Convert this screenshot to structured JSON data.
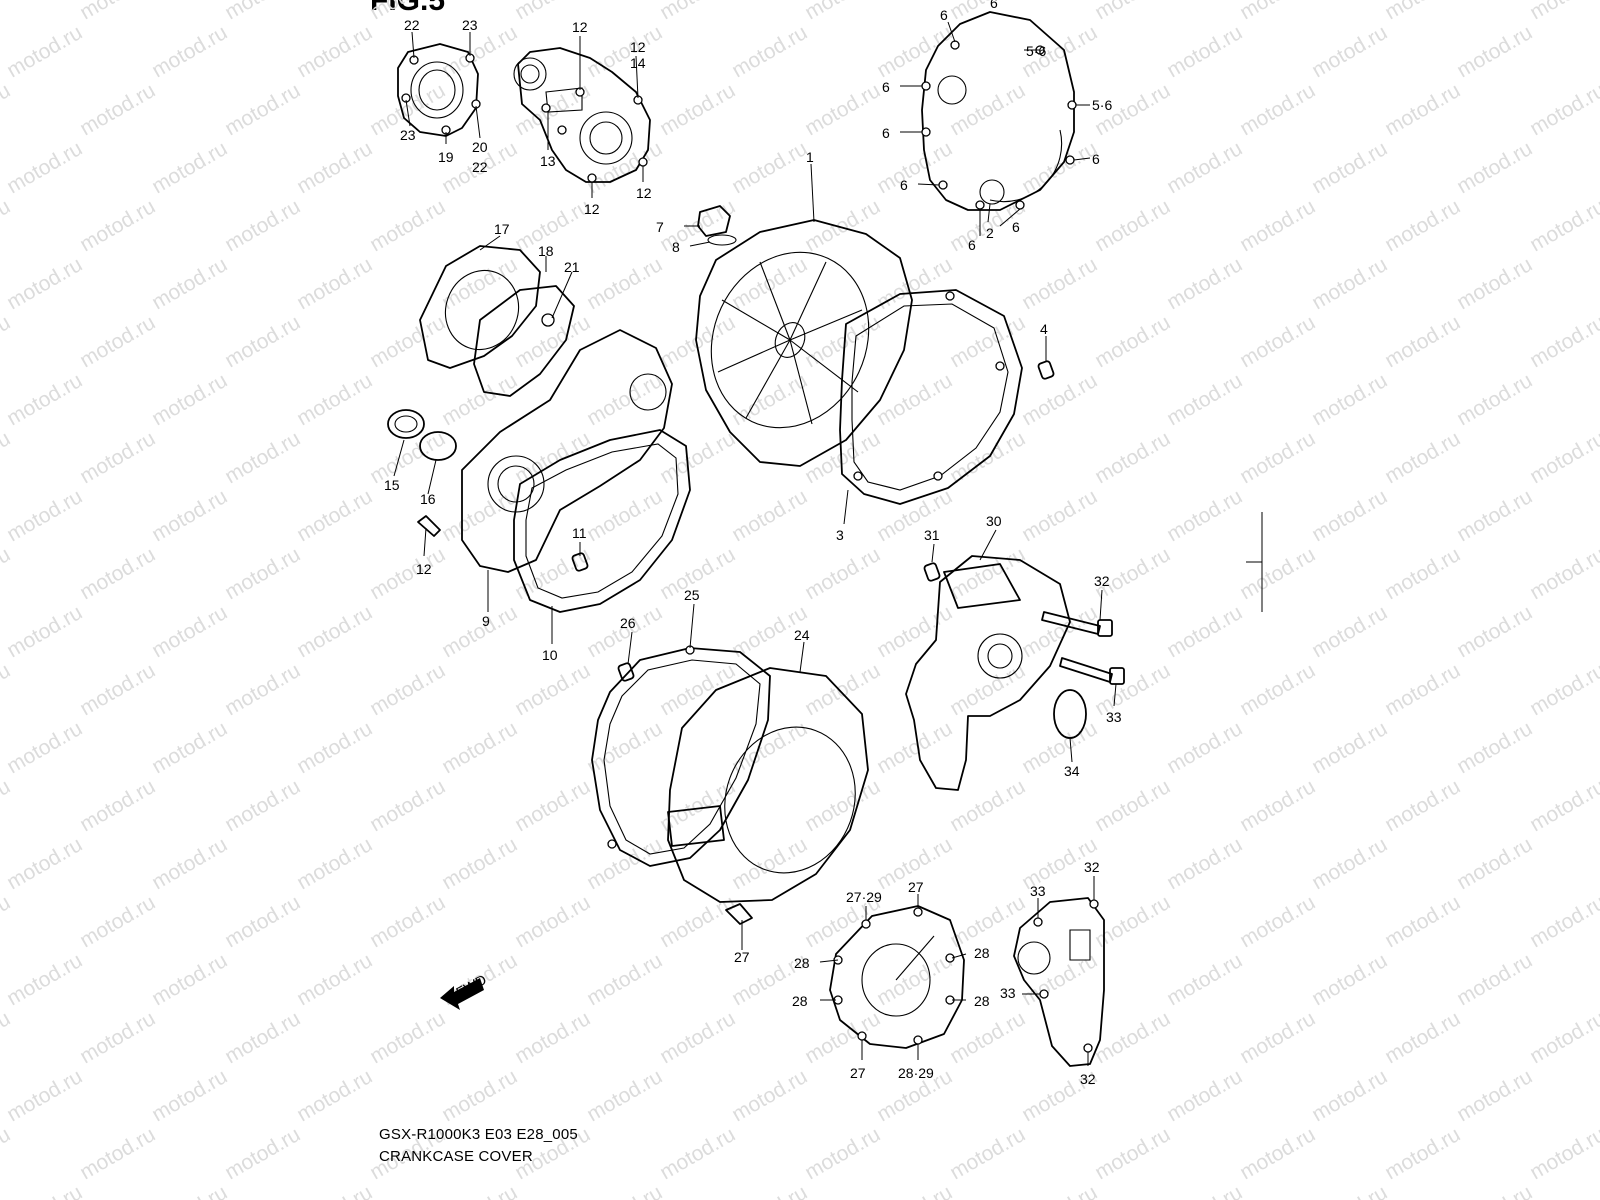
{
  "figure": {
    "title": "FIG.5"
  },
  "watermark": {
    "text": "motod.ru"
  },
  "caption": {
    "model": "GSX-R1000K3 E03 E28_005",
    "name": "CRANKCASE COVER"
  },
  "fwd_arrow": {
    "label": "FWD"
  },
  "callouts": [
    "22",
    "23",
    "12",
    "12",
    "14",
    "23",
    "19",
    "20",
    "22",
    "13",
    "12",
    "12",
    "6",
    "6",
    "5·6",
    "6",
    "5·6",
    "6",
    "6",
    "6",
    "2",
    "6",
    "6",
    "1",
    "7",
    "8",
    "17",
    "18",
    "21",
    "4",
    "15",
    "16",
    "12",
    "11",
    "9",
    "10",
    "3",
    "31",
    "30",
    "32",
    "33",
    "34",
    "26",
    "25",
    "24",
    "27",
    "27·29",
    "27",
    "28",
    "28",
    "28",
    "28",
    "27",
    "28·29",
    "33",
    "32",
    "33",
    "32"
  ],
  "colors": {
    "ink": "#000000",
    "watermark": "#dcdcdc",
    "paper": "#ffffff"
  }
}
